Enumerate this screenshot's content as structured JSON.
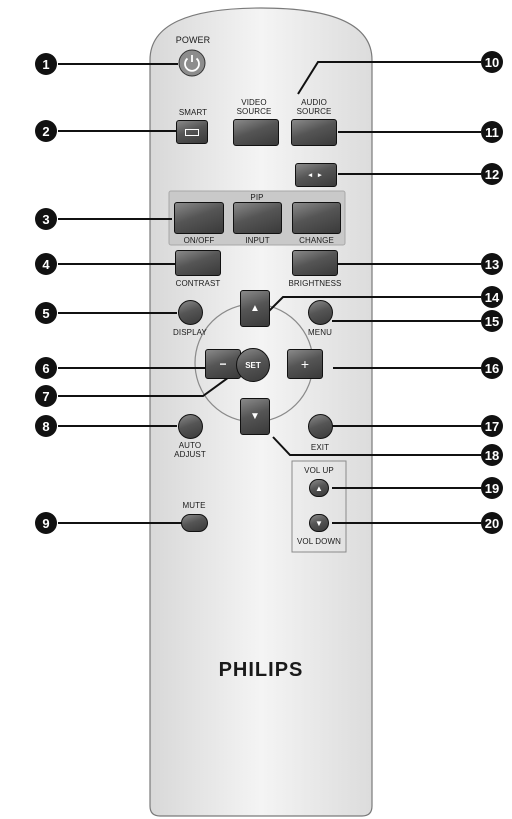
{
  "power": {
    "label": "POWER"
  },
  "labels": {
    "smart": "SMART",
    "video_source": "VIDEO\nSOURCE",
    "audio_source": "AUDIO\nSOURCE",
    "pip": "PIP",
    "on_off": "ON/OFF",
    "input": "INPUT",
    "change": "CHANGE",
    "contrast": "CONTRAST",
    "brightness": "BRIGHTNESS",
    "display": "DISPLAY",
    "menu": "MENU",
    "set": "SET",
    "minus": "−",
    "plus": "+",
    "auto_adjust": "AUTO\nADJUST",
    "exit": "EXIT",
    "mute": "MUTE",
    "vol_up": "VOL UP",
    "vol_down": "VOL DOWN"
  },
  "brand": "PHILIPS",
  "callouts": [
    "1",
    "2",
    "3",
    "4",
    "5",
    "6",
    "7",
    "8",
    "9",
    "10",
    "11",
    "12",
    "13",
    "14",
    "15",
    "16",
    "17",
    "18",
    "19",
    "20"
  ],
  "colors": {
    "callout": "#111111",
    "button": "#4a4a4a",
    "body": "#efefef",
    "pip_panel": "#c9c9c9"
  }
}
